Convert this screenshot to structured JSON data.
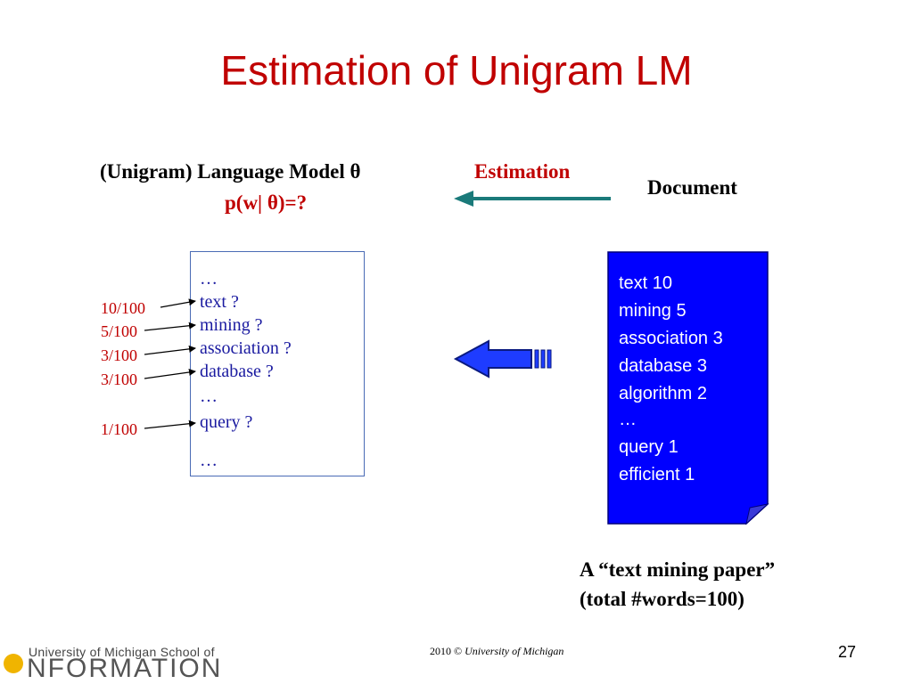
{
  "slide": {
    "title": "Estimation of Unigram LM",
    "page_number": "27"
  },
  "model": {
    "title": "(Unigram) Language Model  θ",
    "formula": "p(w| θ)=?",
    "words": [
      {
        "text": "…"
      },
      {
        "text": "text  ?"
      },
      {
        "text": "mining ?"
      },
      {
        "text": "association ?"
      },
      {
        "text": "database ?"
      },
      {
        "text": "…"
      },
      {
        "text": "query ?"
      },
      {
        "text": "…"
      }
    ],
    "probabilities": [
      "10/100",
      "5/100",
      "3/100",
      "3/100",
      "1/100"
    ]
  },
  "estimation_label": "Estimation",
  "document": {
    "label": "Document",
    "items": [
      "text 10",
      "mining 5",
      "association 3",
      "database 3",
      "algorithm 2",
      "…",
      "query 1",
      "efficient 1"
    ],
    "caption_line1": "A “text mining paper”",
    "caption_line2": "(total #words=100)"
  },
  "footer": {
    "year": "2010",
    "copyright_symbol": "©",
    "institution": "University of Michigan",
    "logo_top": "University of Michigan School of",
    "logo_main": "NFORMATION"
  },
  "colors": {
    "title": "#c00000",
    "document_fill": "#0000ff",
    "arrow_teal": "#1a7a7a",
    "word_blue": "#1a1aa0"
  }
}
